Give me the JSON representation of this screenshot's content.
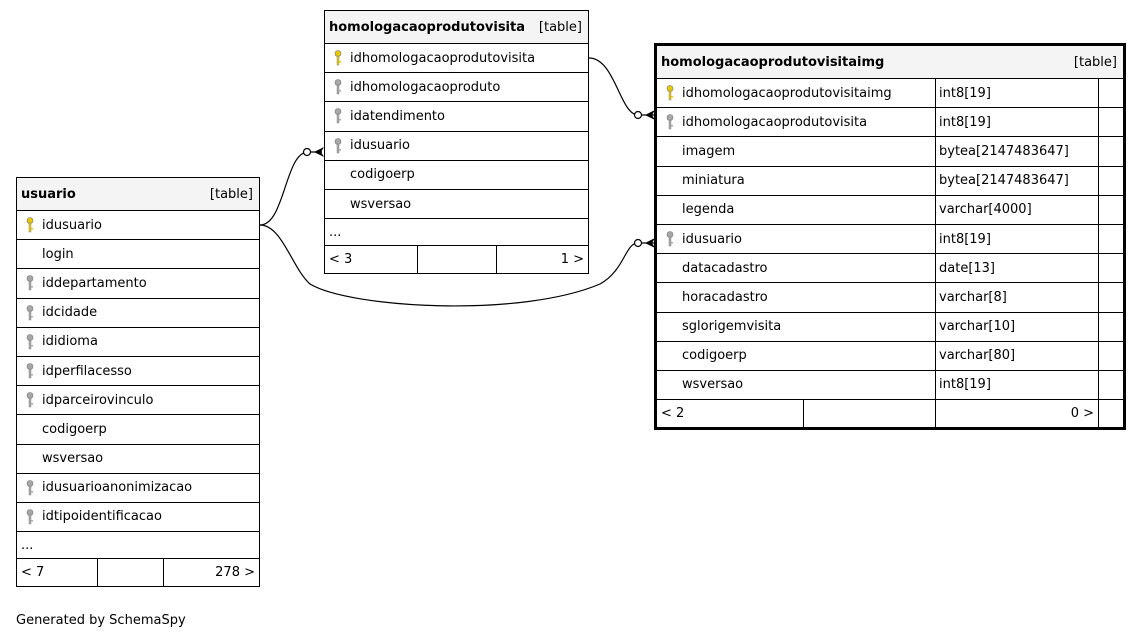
{
  "tables": {
    "hpv": {
      "name": "homologacaoprodutovisita",
      "tag": "[table]",
      "columns": [
        {
          "name": "idhomologacaoprodutovisita",
          "key": "primary"
        },
        {
          "name": "idhomologacaoproduto",
          "key": "foreign"
        },
        {
          "name": "idatendimento",
          "key": "foreign"
        },
        {
          "name": "idusuario",
          "key": "foreign"
        },
        {
          "name": "codigoerp",
          "key": "none"
        },
        {
          "name": "wsversao",
          "key": "none"
        }
      ],
      "ellipsis": "...",
      "footer": {
        "parents": "< 3",
        "children": "1 >"
      }
    },
    "hpvi": {
      "name": "homologacaoprodutovisitaimg",
      "tag": "[table]",
      "columns": [
        {
          "name": "idhomologacaoprodutovisitaimg",
          "type": "int8[19]",
          "key": "primary"
        },
        {
          "name": "idhomologacaoprodutovisita",
          "type": "int8[19]",
          "key": "foreign"
        },
        {
          "name": "imagem",
          "type": "bytea[2147483647]",
          "key": "none"
        },
        {
          "name": "miniatura",
          "type": "bytea[2147483647]",
          "key": "none"
        },
        {
          "name": "legenda",
          "type": "varchar[4000]",
          "key": "none"
        },
        {
          "name": "idusuario",
          "type": "int8[19]",
          "key": "foreign"
        },
        {
          "name": "datacadastro",
          "type": "date[13]",
          "key": "none"
        },
        {
          "name": "horacadastro",
          "type": "varchar[8]",
          "key": "none"
        },
        {
          "name": "sglorigemvisita",
          "type": "varchar[10]",
          "key": "none"
        },
        {
          "name": "codigoerp",
          "type": "varchar[80]",
          "key": "none"
        },
        {
          "name": "wsversao",
          "type": "int8[19]",
          "key": "none"
        }
      ],
      "footer": {
        "parents": "< 2",
        "children": "0 >"
      }
    },
    "usuario": {
      "name": "usuario",
      "tag": "[table]",
      "columns": [
        {
          "name": "idusuario",
          "key": "primary"
        },
        {
          "name": "login",
          "key": "none"
        },
        {
          "name": "iddepartamento",
          "key": "foreign"
        },
        {
          "name": "idcidade",
          "key": "foreign"
        },
        {
          "name": "ididioma",
          "key": "foreign"
        },
        {
          "name": "idperfilacesso",
          "key": "foreign"
        },
        {
          "name": "idparceirovinculo",
          "key": "foreign"
        },
        {
          "name": "codigoerp",
          "key": "none"
        },
        {
          "name": "wsversao",
          "key": "none"
        },
        {
          "name": "idusuarioanonimizacao",
          "key": "foreign"
        },
        {
          "name": "idtipoidentificacao",
          "key": "foreign"
        }
      ],
      "ellipsis": "...",
      "footer": {
        "parents": "< 7",
        "children": "278 >"
      }
    }
  },
  "colors": {
    "primary_key": "#e8c800",
    "foreign_key": "#a8a8a8",
    "header_bg": "#f4f4f4"
  },
  "generated_by": "Generated by SchemaSpy"
}
